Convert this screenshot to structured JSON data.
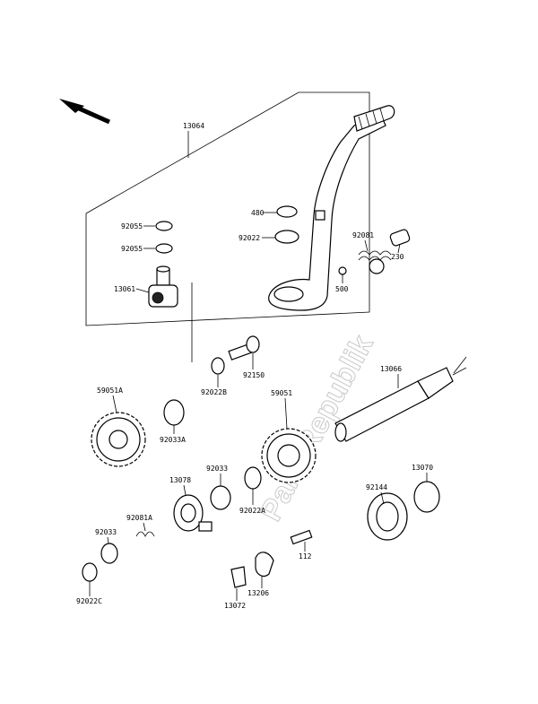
{
  "watermark": "PartsRepublik",
  "part_labels": {
    "p13064": "13064",
    "p92055a": "92055",
    "p92055b": "92055",
    "p13061": "13061",
    "p480": "480",
    "p92022": "92022",
    "p92081": "92081",
    "p230": "230",
    "p500": "500",
    "p92150": "92150",
    "p92022b": "92022B",
    "p59051a": "59051A",
    "p92033a": "92033A",
    "p59051": "59051",
    "p13066": "13066",
    "p92033": "92033",
    "p13078": "13078",
    "p92022a": "92022A",
    "p13070": "13070",
    "p92144": "92144",
    "p92081a": "92081A",
    "p92033b": "92033",
    "p92022c": "92022C",
    "p112": "112",
    "p13206": "13206",
    "p13072": "13072"
  }
}
